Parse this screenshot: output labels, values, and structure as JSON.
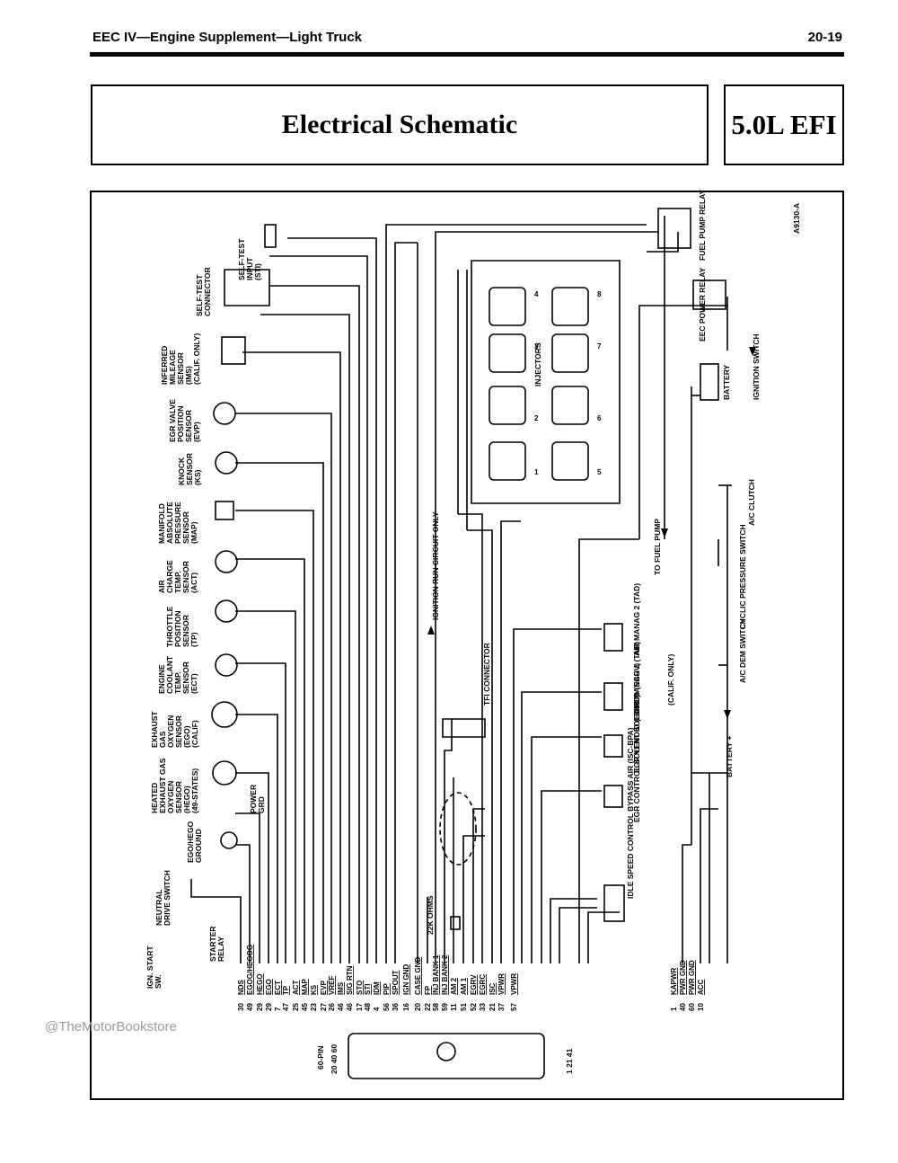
{
  "header": {
    "left": "EEC IV—Engine Supplement—Light Truck",
    "right": "20-19"
  },
  "title": "Electrical Schematic",
  "engine": "5.0L EFI",
  "figure_code": "A9130-A",
  "watermark": "@TheMotorBookstore",
  "sensors": [
    {
      "line1": "SELF-TEST",
      "line2": "INPUT",
      "line3": "(STI)"
    },
    {
      "line1": "SELF-TEST",
      "line2": "CONNECTOR"
    },
    {
      "line1": "INFERRED",
      "line2": "MILEAGE",
      "line3": "SENSOR",
      "line4": "(IMS)",
      "line5": "(CALIF. ONLY)"
    },
    {
      "line1": "EGR VALVE",
      "line2": "POSITION",
      "line3": "SENSOR",
      "line4": "(EVP)"
    },
    {
      "line1": "KNOCK",
      "line2": "SENSOR",
      "line3": "(KS)"
    },
    {
      "line1": "MANIFOLD",
      "line2": "ABSOLUTE",
      "line3": "PRESSURE",
      "line4": "SENSOR",
      "line5": "(MAP)"
    },
    {
      "line1": "AIR",
      "line2": "CHARGE",
      "line3": "TEMP.",
      "line4": "SENSOR",
      "line5": "(ACT)"
    },
    {
      "line1": "THROTTLE",
      "line2": "POSITION",
      "line3": "SENSOR",
      "line4": "(TP)"
    },
    {
      "line1": "ENGINE",
      "line2": "COOLANT",
      "line3": "TEMP.",
      "line4": "SENSOR",
      "line5": "(ECT)"
    },
    {
      "line1": "EXHAUST",
      "line2": "GAS",
      "line3": "OXYGEN",
      "line4": "SENSOR",
      "line5": "(EGO)",
      "line6": "(CALIF)"
    },
    {
      "line1": "HEATED",
      "line2": "EXHAUST GAS",
      "line3": "OXYGEN",
      "line4": "SENSOR",
      "line5": "(HEGO)",
      "line6": "(49-STATES)"
    },
    {
      "line1": "EGO/HEGO",
      "line2": "GROUND"
    },
    {
      "line1": "NEUTRAL",
      "line2": "DRIVE SWITCH"
    },
    {
      "line1": "IGN. START",
      "line2": "SW."
    },
    {
      "line1": "STARTER",
      "line2": "RELAY"
    },
    {
      "line1": "POWER",
      "line2": "GRD"
    }
  ],
  "misc_labels": {
    "ignition_run": "IGNITION RUN CIRCUIT ONLY",
    "injectors": "INJECTORS",
    "fuel_pump_relay": "FUEL PUMP RELAY",
    "eec_power_relay": "EEC POWER RELAY",
    "battery": "BATTERY",
    "ignition_switch": "IGNITION SWITCH",
    "ac_clutch": "A/C CLUTCH",
    "to_fuel_pump": "TO FUEL PUMP",
    "cyclic": "CYCLIC PRESSURE SWITCH",
    "ac_dem": "A/C DEM SWITCH",
    "battery_plus": "BATTERY +",
    "tfi": "TFI CONNECTOR",
    "air_manag2": "AIR MANAG 2 (TAD)",
    "air_manag1": "AIR MANAG 1 (TAB)",
    "calif_only": "(CALIF. ONLY)",
    "egr_vent": "EGR VENT SOLENOID (EGRV)",
    "egr_control": "EGR CONTROL SOLENOID (EGRC)",
    "isc": "IDLE SPEED CONTROL BYPASS AIR (ISC-BPA)",
    "ohms": "22K OHMS",
    "pin60": "60-PIN",
    "conn_nums_left": "20 40 60",
    "conn_nums_right": "1 21 41"
  },
  "injector_nums": [
    "4",
    "8",
    "3",
    "7",
    "2",
    "6",
    "1",
    "5"
  ],
  "pins": [
    {
      "num": "30",
      "sig": "NDS"
    },
    {
      "num": "49",
      "sig": "EGOG/HEGOG"
    },
    {
      "num": "29",
      "sig": "HEGO"
    },
    {
      "num": "29",
      "sig": "EGO"
    },
    {
      "num": "7",
      "sig": "ECT"
    },
    {
      "num": "47",
      "sig": "TP"
    },
    {
      "num": "25",
      "sig": "ACT"
    },
    {
      "num": "45",
      "sig": "MAP"
    },
    {
      "num": "23",
      "sig": "KS"
    },
    {
      "num": "27",
      "sig": "EVP"
    },
    {
      "num": "26",
      "sig": "VREF"
    },
    {
      "num": "46",
      "sig": "IMS"
    },
    {
      "num": "46",
      "sig": "SIG RTN"
    },
    {
      "num": "17",
      "sig": "STO"
    },
    {
      "num": "48",
      "sig": "STI"
    },
    {
      "num": "4",
      "sig": "IDM"
    },
    {
      "num": "56",
      "sig": "PIP"
    },
    {
      "num": "36",
      "sig": "SPOUT"
    },
    {
      "num": "16",
      "sig": "IGN GND"
    },
    {
      "num": "20",
      "sig": "CASE GND"
    },
    {
      "num": "22",
      "sig": "FP"
    },
    {
      "num": "58",
      "sig": "INJ BANK 1"
    },
    {
      "num": "59",
      "sig": "INJ BANK 2"
    },
    {
      "num": "11",
      "sig": "AM 2"
    },
    {
      "num": "51",
      "sig": "AM 1"
    },
    {
      "num": "52",
      "sig": "EGRV"
    },
    {
      "num": "33",
      "sig": "EGRC"
    },
    {
      "num": "21",
      "sig": "ISC"
    },
    {
      "num": "37",
      "sig": "VPWR"
    },
    {
      "num": "57",
      "sig": "VPWR"
    }
  ],
  "pins_right": [
    {
      "num": "1",
      "sig": "KAPWR"
    },
    {
      "num": "40",
      "sig": "PWR GND"
    },
    {
      "num": "60",
      "sig": "PWR GND"
    },
    {
      "num": "10",
      "sig": "ACC"
    }
  ]
}
